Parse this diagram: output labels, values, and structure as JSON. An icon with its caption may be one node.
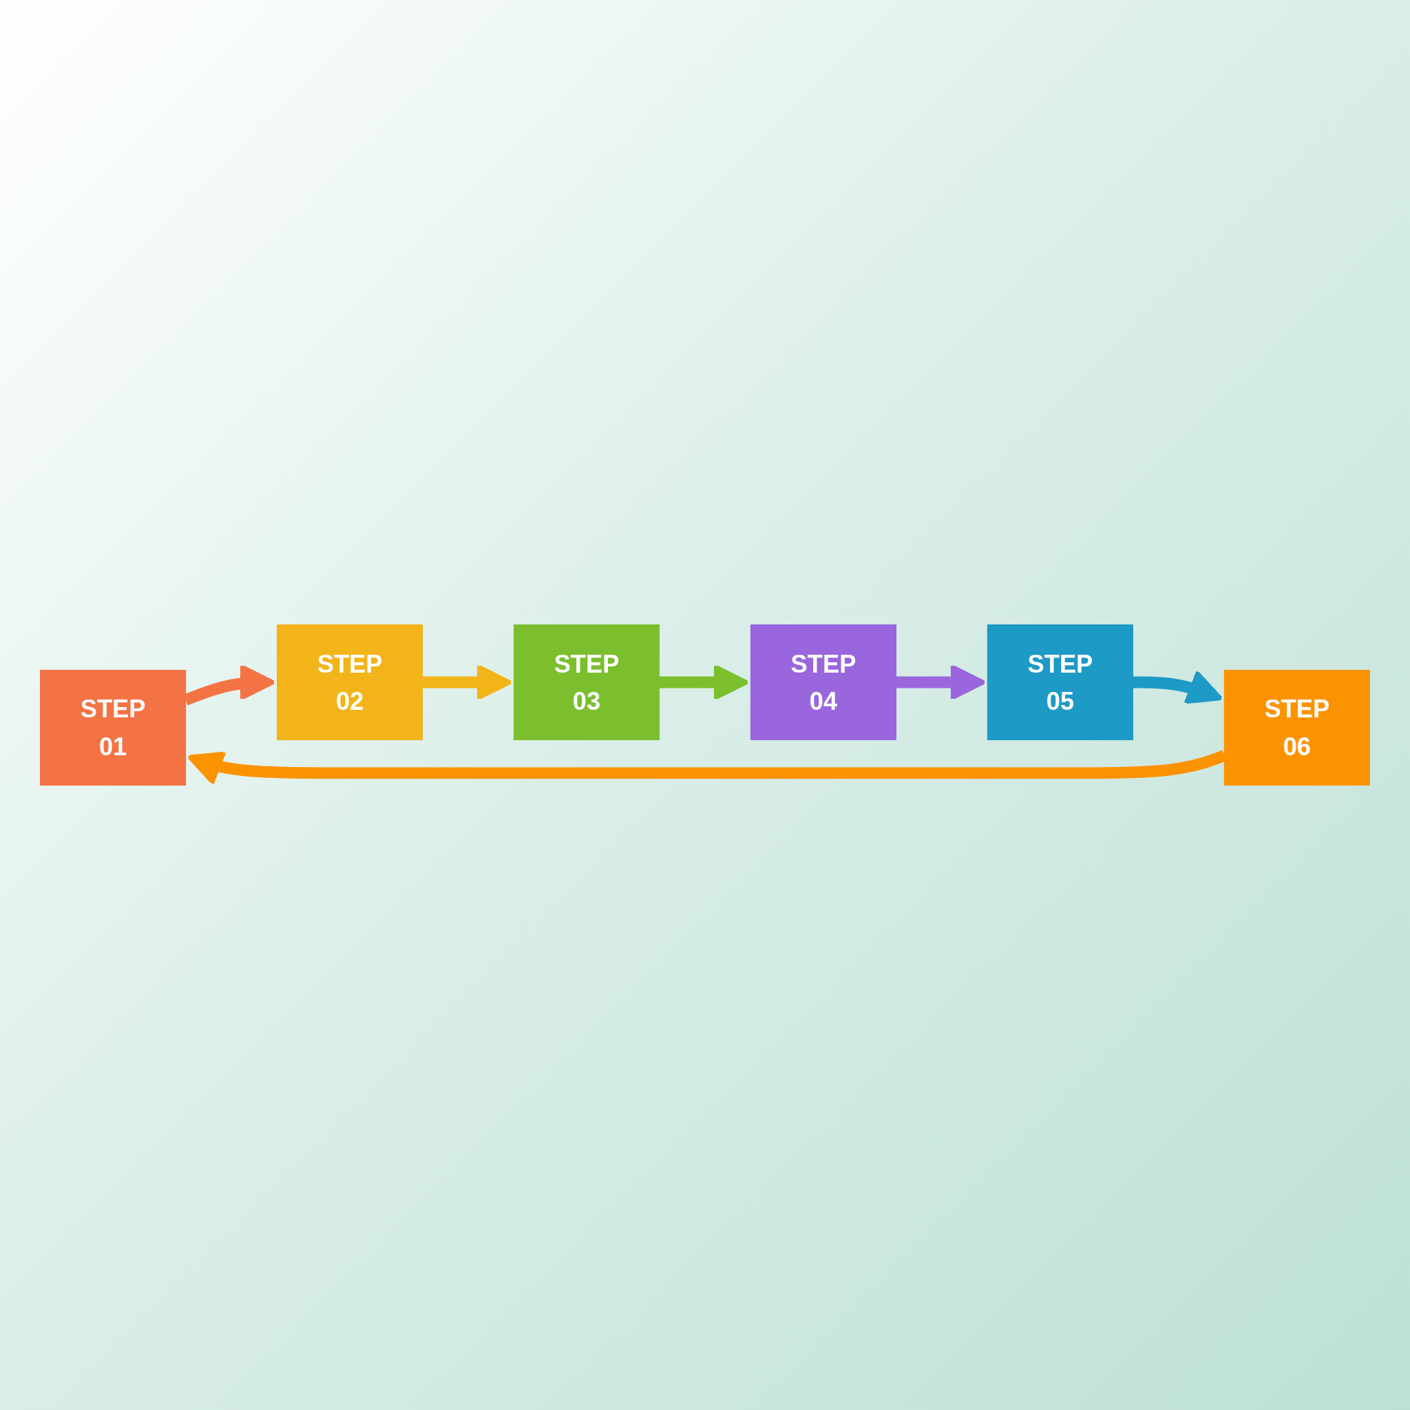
{
  "diagram": {
    "nodes": [
      {
        "text": [
          "STEP",
          "01"
        ]
      },
      {
        "text": [
          "STEP",
          "02"
        ]
      },
      {
        "text": [
          "STEP",
          "03"
        ]
      },
      {
        "text": [
          "STEP",
          "04"
        ]
      },
      {
        "text": [
          "STEP",
          "05"
        ]
      },
      {
        "text": [
          "STEP",
          "06"
        ]
      }
    ],
    "edges": [
      {
        "from": 0,
        "to": 1,
        "arrow": "to",
        "color": "#f37344"
      },
      {
        "from": 1,
        "to": 2,
        "arrow": "to",
        "color": "#f2b418"
      },
      {
        "from": 2,
        "to": 3,
        "arrow": "to",
        "color": "#7cbf2e"
      },
      {
        "from": 3,
        "to": 4,
        "arrow": "to",
        "color": "#9966dd"
      },
      {
        "from": 4,
        "to": 5,
        "arrow": "to",
        "color": "#1d9ac6"
      },
      {
        "from": 5,
        "to": 0,
        "arrow": "to",
        "color": "#fb9300"
      }
    ]
  }
}
